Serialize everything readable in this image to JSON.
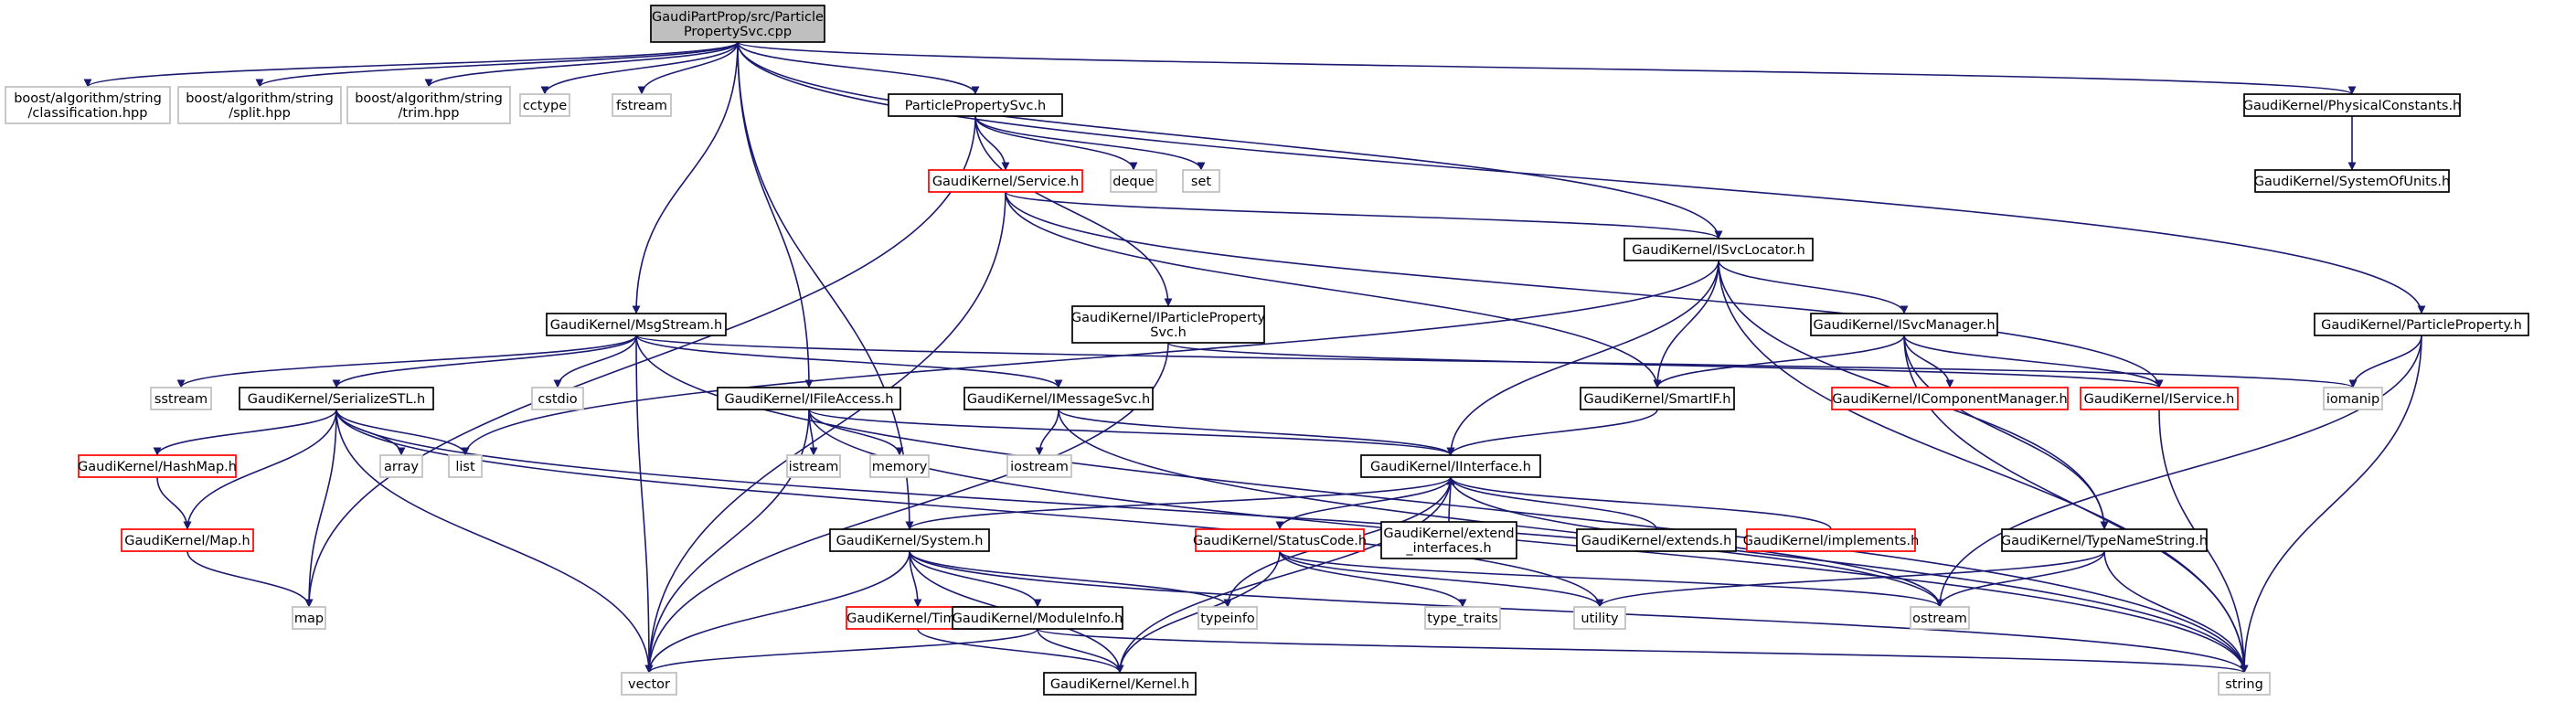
{
  "diagram": {
    "nodes": [
      {
        "id": "root",
        "lines": [
          "GaudiPartProp/src/Particle",
          "PropertySvc.cpp"
        ],
        "style": "root"
      },
      {
        "id": "classif",
        "lines": [
          "boost/algorithm/string",
          "/classification.hpp"
        ],
        "style": "ext"
      },
      {
        "id": "split",
        "lines": [
          "boost/algorithm/string",
          "/split.hpp"
        ],
        "style": "ext"
      },
      {
        "id": "trim",
        "lines": [
          "boost/algorithm/string",
          "/trim.hpp"
        ],
        "style": "ext"
      },
      {
        "id": "cctype",
        "lines": [
          "cctype"
        ],
        "style": "ext"
      },
      {
        "id": "fstream",
        "lines": [
          "fstream"
        ],
        "style": "ext"
      },
      {
        "id": "pps",
        "lines": [
          "ParticlePropertySvc.h"
        ],
        "style": "doc"
      },
      {
        "id": "physconst",
        "lines": [
          "GaudiKernel/PhysicalConstants.h"
        ],
        "style": "doc"
      },
      {
        "id": "sysunits",
        "lines": [
          "GaudiKernel/SystemOfUnits.h"
        ],
        "style": "doc"
      },
      {
        "id": "service",
        "lines": [
          "GaudiKernel/Service.h"
        ],
        "style": "red"
      },
      {
        "id": "deque",
        "lines": [
          "deque"
        ],
        "style": "ext"
      },
      {
        "id": "set",
        "lines": [
          "set"
        ],
        "style": "ext"
      },
      {
        "id": "isvcloc",
        "lines": [
          "GaudiKernel/ISvcLocator.h"
        ],
        "style": "doc"
      },
      {
        "id": "msgstream",
        "lines": [
          "GaudiKernel/MsgStream.h"
        ],
        "style": "doc"
      },
      {
        "id": "ipps",
        "lines": [
          "GaudiKernel/IParticleProperty",
          "Svc.h"
        ],
        "style": "doc"
      },
      {
        "id": "isvcmgr",
        "lines": [
          "GaudiKernel/ISvcManager.h"
        ],
        "style": "doc"
      },
      {
        "id": "partprop",
        "lines": [
          "GaudiKernel/ParticleProperty.h"
        ],
        "style": "doc"
      },
      {
        "id": "sstream",
        "lines": [
          "sstream"
        ],
        "style": "ext"
      },
      {
        "id": "serstl",
        "lines": [
          "GaudiKernel/SerializeSTL.h"
        ],
        "style": "doc"
      },
      {
        "id": "cstdio",
        "lines": [
          "cstdio"
        ],
        "style": "ext"
      },
      {
        "id": "ifileacc",
        "lines": [
          "GaudiKernel/IFileAccess.h"
        ],
        "style": "doc"
      },
      {
        "id": "imsgsvc",
        "lines": [
          "GaudiKernel/IMessageSvc.h"
        ],
        "style": "doc"
      },
      {
        "id": "smartif",
        "lines": [
          "GaudiKernel/SmartIF.h"
        ],
        "style": "doc"
      },
      {
        "id": "icompmgr",
        "lines": [
          "GaudiKernel/IComponentManager.h"
        ],
        "style": "red"
      },
      {
        "id": "iservice",
        "lines": [
          "GaudiKernel/IService.h"
        ],
        "style": "red"
      },
      {
        "id": "iomanip",
        "lines": [
          "iomanip"
        ],
        "style": "ext"
      },
      {
        "id": "hashmap",
        "lines": [
          "GaudiKernel/HashMap.h"
        ],
        "style": "red"
      },
      {
        "id": "array",
        "lines": [
          "array"
        ],
        "style": "ext"
      },
      {
        "id": "list",
        "lines": [
          "list"
        ],
        "style": "ext"
      },
      {
        "id": "istream",
        "lines": [
          "istream"
        ],
        "style": "ext"
      },
      {
        "id": "memory",
        "lines": [
          "memory"
        ],
        "style": "ext"
      },
      {
        "id": "iostream",
        "lines": [
          "iostream"
        ],
        "style": "ext"
      },
      {
        "id": "iinterface",
        "lines": [
          "GaudiKernel/IInterface.h"
        ],
        "style": "doc"
      },
      {
        "id": "map_h",
        "lines": [
          "GaudiKernel/Map.h"
        ],
        "style": "red"
      },
      {
        "id": "system",
        "lines": [
          "GaudiKernel/System.h"
        ],
        "style": "doc"
      },
      {
        "id": "statuscode",
        "lines": [
          "GaudiKernel/StatusCode.h"
        ],
        "style": "red"
      },
      {
        "id": "extendif",
        "lines": [
          "GaudiKernel/extend",
          "_interfaces.h"
        ],
        "style": "doc"
      },
      {
        "id": "extends",
        "lines": [
          "GaudiKernel/extends.h"
        ],
        "style": "doc"
      },
      {
        "id": "implements",
        "lines": [
          "GaudiKernel/implements.h"
        ],
        "style": "red"
      },
      {
        "id": "typename",
        "lines": [
          "GaudiKernel/TypeNameString.h"
        ],
        "style": "doc"
      },
      {
        "id": "map",
        "lines": [
          "map"
        ],
        "style": "ext"
      },
      {
        "id": "timing",
        "lines": [
          "GaudiKernel/Timing.h"
        ],
        "style": "red"
      },
      {
        "id": "moduleinfo",
        "lines": [
          "GaudiKernel/ModuleInfo.h"
        ],
        "style": "doc"
      },
      {
        "id": "typeinfo",
        "lines": [
          "typeinfo"
        ],
        "style": "ext"
      },
      {
        "id": "typetraits",
        "lines": [
          "type_traits"
        ],
        "style": "ext"
      },
      {
        "id": "utility",
        "lines": [
          "utility"
        ],
        "style": "ext"
      },
      {
        "id": "ostream",
        "lines": [
          "ostream"
        ],
        "style": "ext"
      },
      {
        "id": "vector",
        "lines": [
          "vector"
        ],
        "style": "ext"
      },
      {
        "id": "kernel",
        "lines": [
          "GaudiKernel/Kernel.h"
        ],
        "style": "doc"
      },
      {
        "id": "string",
        "lines": [
          "string"
        ],
        "style": "ext"
      }
    ],
    "edges": [
      [
        "root",
        "classif"
      ],
      [
        "root",
        "split"
      ],
      [
        "root",
        "trim"
      ],
      [
        "root",
        "cctype"
      ],
      [
        "root",
        "fstream"
      ],
      [
        "root",
        "pps"
      ],
      [
        "root",
        "msgstream"
      ],
      [
        "root",
        "ifileacc"
      ],
      [
        "root",
        "system"
      ],
      [
        "root",
        "isvcloc"
      ],
      [
        "root",
        "partprop"
      ],
      [
        "root",
        "physconst"
      ],
      [
        "physconst",
        "sysunits"
      ],
      [
        "pps",
        "service"
      ],
      [
        "pps",
        "deque"
      ],
      [
        "pps",
        "set"
      ],
      [
        "pps",
        "ipps"
      ],
      [
        "pps",
        "map"
      ],
      [
        "service",
        "isvcloc"
      ],
      [
        "service",
        "smartif"
      ],
      [
        "service",
        "iservice"
      ],
      [
        "service",
        "vector"
      ],
      [
        "isvcloc",
        "isvcmgr"
      ],
      [
        "isvcloc",
        "smartif"
      ],
      [
        "isvcloc",
        "iinterface"
      ],
      [
        "isvcloc",
        "typename"
      ],
      [
        "isvcloc",
        "list"
      ],
      [
        "isvcloc",
        "string"
      ],
      [
        "isvcmgr",
        "smartif"
      ],
      [
        "isvcmgr",
        "icompmgr"
      ],
      [
        "isvcmgr",
        "iservice"
      ],
      [
        "isvcmgr",
        "typename"
      ],
      [
        "isvcmgr",
        "string"
      ],
      [
        "partprop",
        "iomanip"
      ],
      [
        "partprop",
        "string"
      ],
      [
        "partprop",
        "ostream"
      ],
      [
        "ipps",
        "iservice"
      ],
      [
        "ipps",
        "vector"
      ],
      [
        "msgstream",
        "sstream"
      ],
      [
        "msgstream",
        "serstl"
      ],
      [
        "msgstream",
        "cstdio"
      ],
      [
        "msgstream",
        "imsgsvc"
      ],
      [
        "msgstream",
        "vector"
      ],
      [
        "msgstream",
        "iomanip"
      ],
      [
        "msgstream",
        "string"
      ],
      [
        "serstl",
        "hashmap"
      ],
      [
        "serstl",
        "map_h"
      ],
      [
        "serstl",
        "array"
      ],
      [
        "serstl",
        "list"
      ],
      [
        "serstl",
        "map"
      ],
      [
        "serstl",
        "vector"
      ],
      [
        "serstl",
        "ostream"
      ],
      [
        "serstl",
        "utility"
      ],
      [
        "hashmap",
        "map_h"
      ],
      [
        "map_h",
        "map"
      ],
      [
        "ifileacc",
        "istream"
      ],
      [
        "ifileacc",
        "memory"
      ],
      [
        "ifileacc",
        "iinterface"
      ],
      [
        "ifileacc",
        "vector"
      ],
      [
        "ifileacc",
        "string"
      ],
      [
        "imsgsvc",
        "iostream"
      ],
      [
        "imsgsvc",
        "iinterface"
      ],
      [
        "imsgsvc",
        "string"
      ],
      [
        "smartif",
        "iinterface"
      ],
      [
        "iservice",
        "string"
      ],
      [
        "iinterface",
        "system"
      ],
      [
        "iinterface",
        "statuscode"
      ],
      [
        "iinterface",
        "kernel"
      ],
      [
        "iinterface",
        "typeinfo"
      ],
      [
        "iinterface",
        "ostream"
      ],
      [
        "extendif",
        "iinterface"
      ],
      [
        "extends",
        "iinterface"
      ],
      [
        "implements",
        "iinterface"
      ],
      [
        "typename",
        "string"
      ],
      [
        "typename",
        "ostream"
      ],
      [
        "typename",
        "utility"
      ],
      [
        "statuscode",
        "typetraits"
      ],
      [
        "statuscode",
        "utility"
      ],
      [
        "statuscode",
        "ostream"
      ],
      [
        "statuscode",
        "kernel"
      ],
      [
        "system",
        "vector"
      ],
      [
        "system",
        "timing"
      ],
      [
        "system",
        "moduleinfo"
      ],
      [
        "system",
        "typeinfo"
      ],
      [
        "system",
        "kernel"
      ],
      [
        "system",
        "string"
      ],
      [
        "timing",
        "kernel"
      ],
      [
        "moduleinfo",
        "vector"
      ],
      [
        "moduleinfo",
        "kernel"
      ],
      [
        "moduleinfo",
        "string"
      ]
    ],
    "colors": {
      "edge": "#191970",
      "root_fill": "#bfbfbf",
      "doc_border": "#000000",
      "ext_border": "#bfbfbf",
      "red_border": "#ff0000",
      "label": "#000000"
    }
  }
}
